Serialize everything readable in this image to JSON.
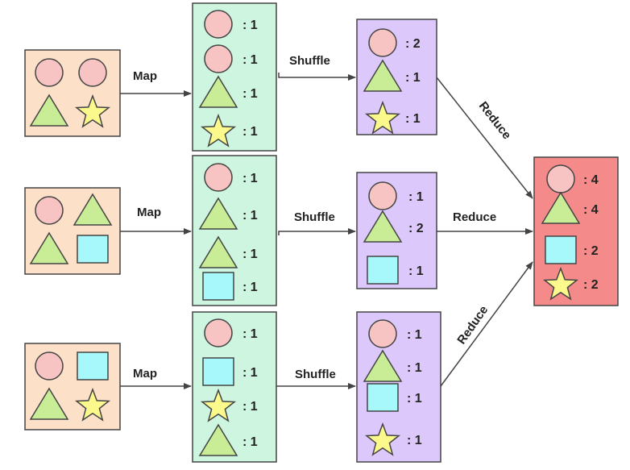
{
  "colors": {
    "input_box": "#fce0c8",
    "map_box": "#cdf5e0",
    "shuffle_box": "#dcc8fa",
    "reduce_box": "#f58a8a",
    "circle": "#f7c3c3",
    "triangle": "#c8ed96",
    "square": "#a6f8fb",
    "star": "#fbf98c",
    "stroke": "#444444"
  },
  "labels": {
    "map_1": "Map",
    "map_2": "Map",
    "map_3": "Map",
    "shuffle_1": "Shuffle",
    "shuffle_2": "Shuffle",
    "shuffle_3": "Shuffle",
    "reduce_1": "Reduce",
    "reduce_2": "Reduce",
    "reduce_3": "Reduce"
  },
  "inputs": [
    {
      "shapes": [
        "circle",
        "circle",
        "triangle",
        "star"
      ]
    },
    {
      "shapes": [
        "circle",
        "triangle",
        "triangle",
        "square"
      ]
    },
    {
      "shapes": [
        "circle",
        "square",
        "triangle",
        "star"
      ]
    }
  ],
  "map_outputs": [
    [
      {
        "shape": "circle",
        "count": ": 1"
      },
      {
        "shape": "circle",
        "count": ": 1"
      },
      {
        "shape": "triangle",
        "count": ": 1"
      },
      {
        "shape": "star",
        "count": ": 1"
      }
    ],
    [
      {
        "shape": "circle",
        "count": ": 1"
      },
      {
        "shape": "triangle",
        "count": ": 1"
      },
      {
        "shape": "triangle",
        "count": ": 1"
      },
      {
        "shape": "square",
        "count": ": 1"
      }
    ],
    [
      {
        "shape": "circle",
        "count": ": 1"
      },
      {
        "shape": "square",
        "count": ": 1"
      },
      {
        "shape": "star",
        "count": ": 1"
      },
      {
        "shape": "triangle",
        "count": ": 1"
      }
    ]
  ],
  "shuffle_outputs": [
    [
      {
        "shape": "circle",
        "count": ": 2"
      },
      {
        "shape": "triangle",
        "count": ": 1"
      },
      {
        "shape": "star",
        "count": ": 1"
      }
    ],
    [
      {
        "shape": "circle",
        "count": ": 1"
      },
      {
        "shape": "triangle",
        "count": ": 2"
      },
      {
        "shape": "square",
        "count": ": 1"
      }
    ],
    [
      {
        "shape": "circle",
        "count": ": 1"
      },
      {
        "shape": "triangle",
        "count": ": 1"
      },
      {
        "shape": "square",
        "count": ": 1"
      },
      {
        "shape": "star",
        "count": ": 1"
      }
    ]
  ],
  "reduce_output": [
    {
      "shape": "circle",
      "count": ": 4"
    },
    {
      "shape": "triangle",
      "count": ": 4"
    },
    {
      "shape": "square",
      "count": ": 2"
    },
    {
      "shape": "star",
      "count": ": 2"
    }
  ]
}
